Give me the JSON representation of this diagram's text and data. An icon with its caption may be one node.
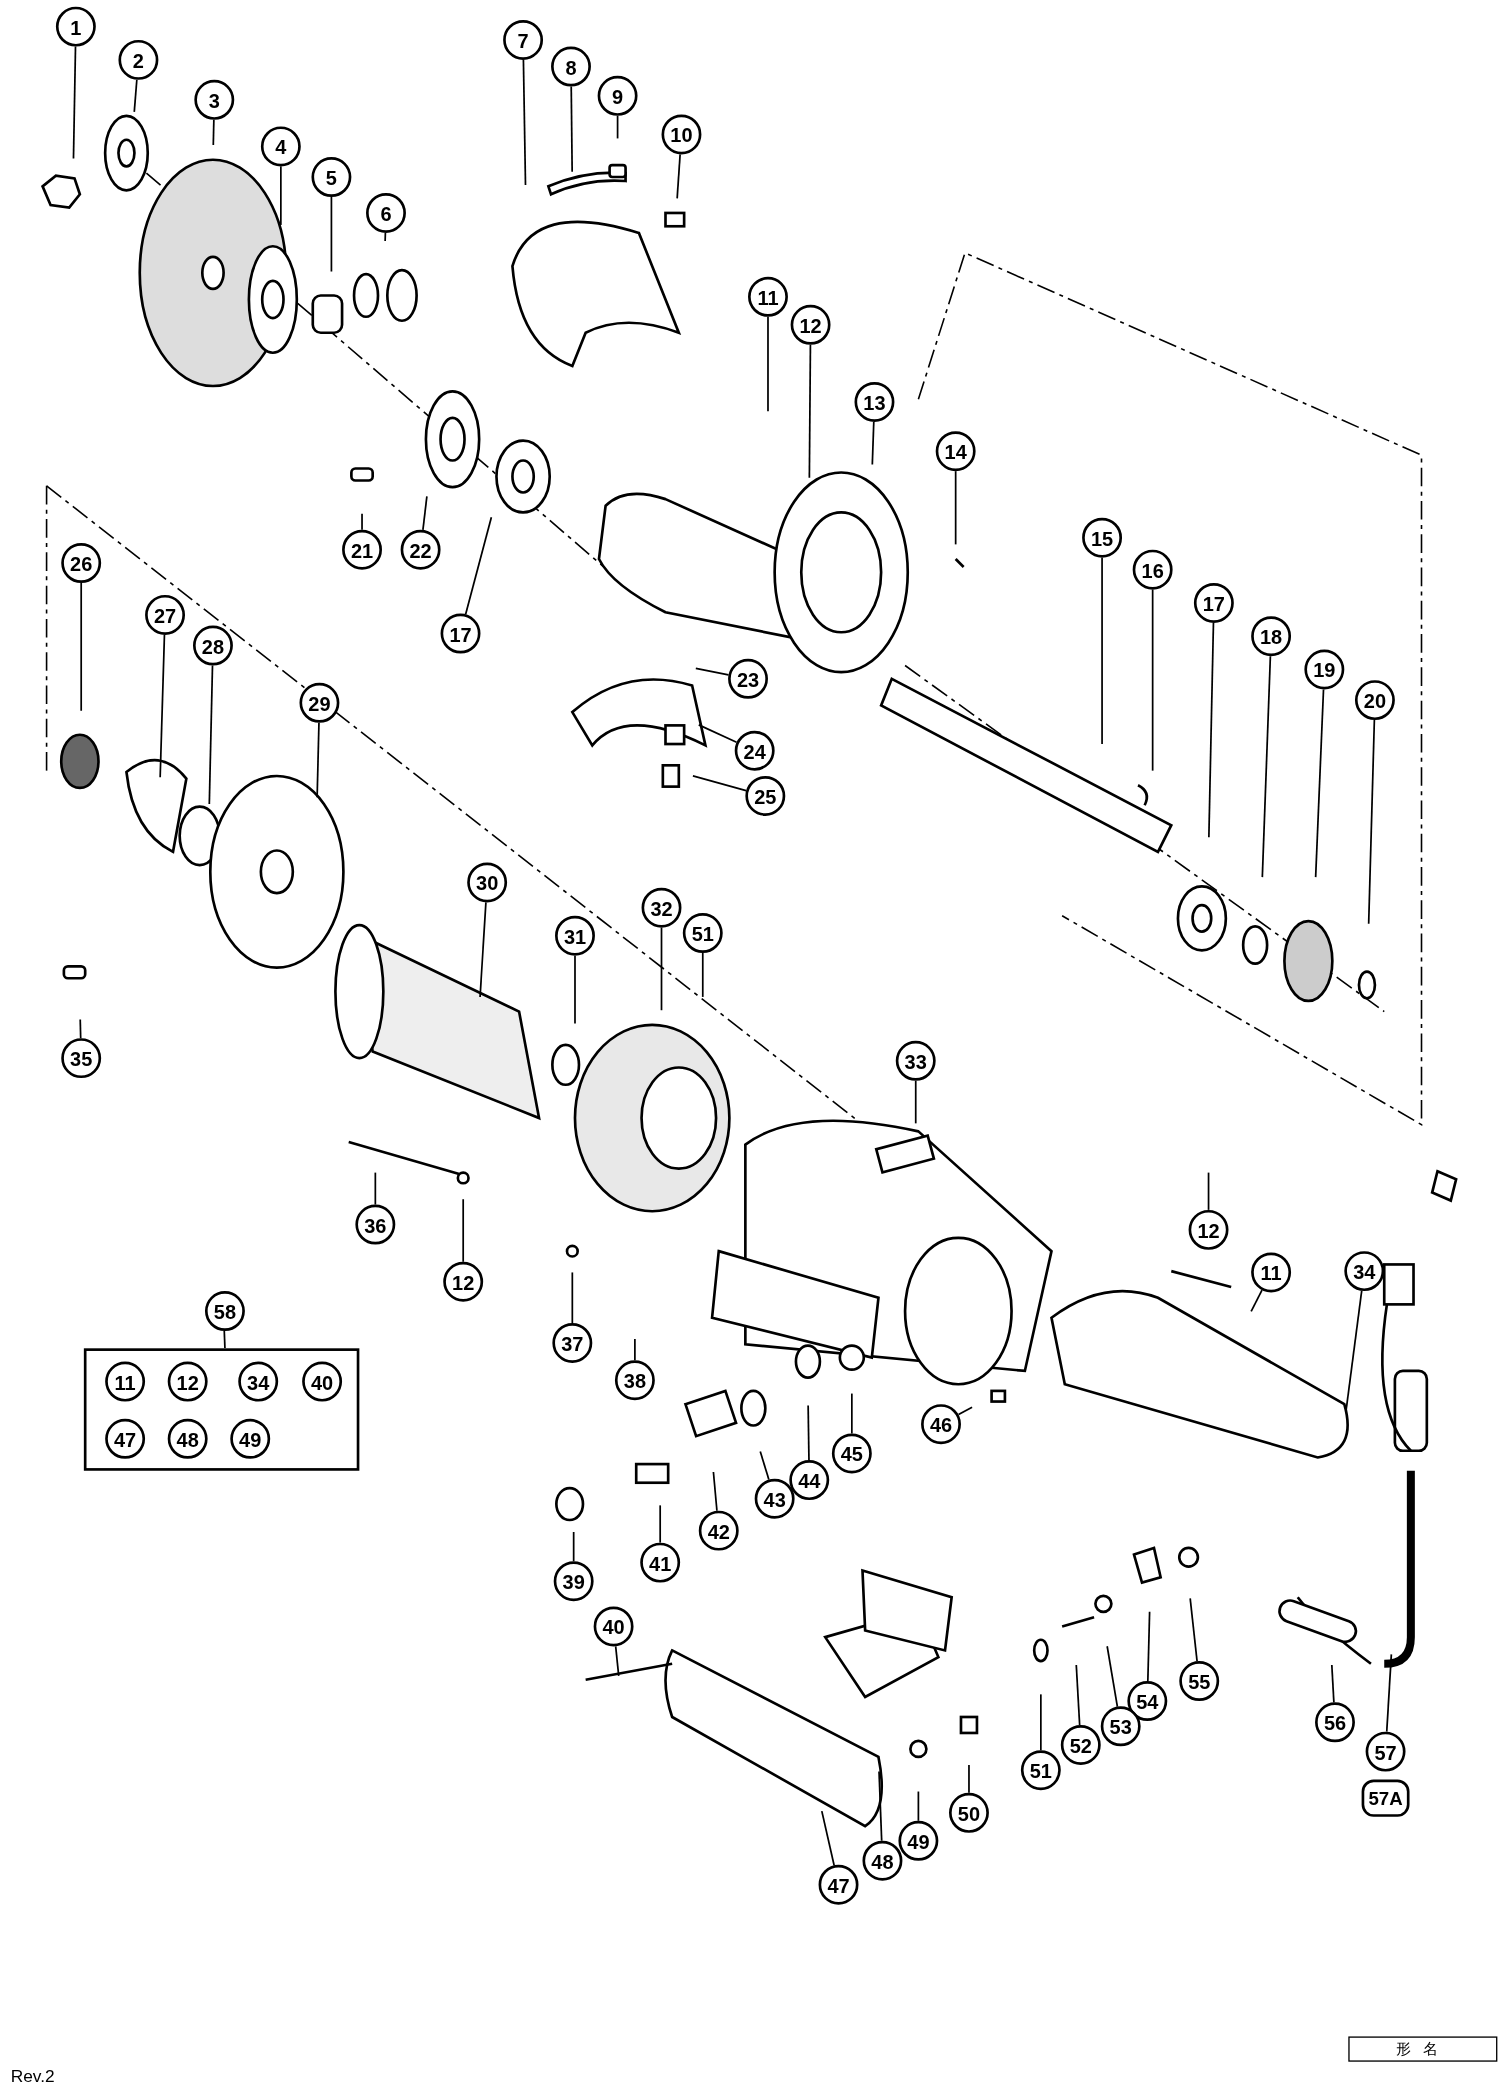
{
  "diagram": {
    "nodes": [
      {
        "text": [
          "1"
        ]
      },
      {
        "text": [
          "2"
        ]
      },
      {
        "text": [
          "3"
        ]
      },
      {
        "text": [
          "4"
        ]
      },
      {
        "text": [
          "5"
        ]
      },
      {
        "text": [
          "6"
        ]
      },
      {
        "text": [
          "7"
        ]
      },
      {
        "text": [
          "8"
        ]
      },
      {
        "text": [
          "9"
        ]
      },
      {
        "text": [
          "10"
        ]
      },
      {
        "text": [
          "11"
        ]
      },
      {
        "text": [
          "12"
        ]
      },
      {
        "text": [
          "13"
        ]
      },
      {
        "text": [
          "14"
        ]
      },
      {
        "text": [
          "15"
        ]
      },
      {
        "text": [
          "16"
        ]
      },
      {
        "text": [
          "17"
        ]
      },
      {
        "text": [
          "18"
        ]
      },
      {
        "text": [
          "19"
        ]
      },
      {
        "text": [
          "20"
        ]
      },
      {
        "text": [
          "21"
        ]
      },
      {
        "text": [
          "22"
        ]
      },
      {
        "text": [
          "17"
        ]
      },
      {
        "text": [
          "23"
        ]
      },
      {
        "text": [
          "24"
        ]
      },
      {
        "text": [
          "25"
        ]
      },
      {
        "text": [
          "26"
        ]
      },
      {
        "text": [
          "27"
        ]
      },
      {
        "text": [
          "28"
        ]
      },
      {
        "text": [
          "29"
        ]
      },
      {
        "text": [
          "30"
        ]
      },
      {
        "text": [
          "31"
        ]
      },
      {
        "text": [
          "32"
        ]
      },
      {
        "text": [
          "51"
        ]
      },
      {
        "text": [
          "33"
        ]
      },
      {
        "text": [
          "35"
        ]
      },
      {
        "text": [
          "36"
        ]
      },
      {
        "text": [
          "12"
        ]
      },
      {
        "text": [
          "37"
        ]
      },
      {
        "text": [
          "38"
        ]
      },
      {
        "text": [
          "58"
        ]
      },
      {
        "text": [],
        "shape": "box"
      },
      {
        "text": [
          "11"
        ],
        "in": 41
      },
      {
        "text": [
          "12"
        ],
        "in": 41
      },
      {
        "text": [
          "34"
        ],
        "in": 41
      },
      {
        "text": [
          "40"
        ],
        "in": 41
      },
      {
        "text": [
          "47"
        ],
        "in": 41
      },
      {
        "text": [
          "48"
        ],
        "in": 41
      },
      {
        "text": [
          "49"
        ],
        "in": 41
      },
      {
        "text": [
          "12"
        ]
      },
      {
        "text": [
          "11"
        ]
      },
      {
        "text": [
          "34"
        ]
      },
      {
        "text": [
          "46"
        ]
      },
      {
        "text": [
          "45"
        ]
      },
      {
        "text": [
          "44"
        ]
      },
      {
        "text": [
          "43"
        ]
      },
      {
        "text": [
          "42"
        ]
      },
      {
        "text": [
          "41"
        ]
      },
      {
        "text": [
          "39"
        ]
      },
      {
        "text": [
          "40"
        ]
      },
      {
        "text": [
          "55"
        ]
      },
      {
        "text": [
          "54"
        ]
      },
      {
        "text": [
          "53"
        ]
      },
      {
        "text": [
          "52"
        ]
      },
      {
        "text": [
          "51"
        ]
      },
      {
        "text": [
          "56"
        ]
      },
      {
        "text": [
          "57"
        ]
      },
      {
        "text": [
          "57A"
        ]
      },
      {
        "text": [
          "50"
        ]
      },
      {
        "text": [
          "49"
        ]
      },
      {
        "text": [
          "48"
        ]
      },
      {
        "text": [
          "47"
        ]
      }
    ],
    "edges": [
      {
        "from": 0,
        "to": null,
        "arrow": "none"
      },
      {
        "from": 1,
        "to": null,
        "arrow": "none"
      },
      {
        "from": 2,
        "to": null,
        "arrow": "none"
      },
      {
        "from": 3,
        "to": null,
        "arrow": "none"
      },
      {
        "from": 4,
        "to": null,
        "arrow": "none"
      },
      {
        "from": 5,
        "to": null,
        "arrow": "none"
      },
      {
        "from": 6,
        "to": null,
        "arrow": "none"
      },
      {
        "from": 7,
        "to": null,
        "arrow": "none"
      },
      {
        "from": 8,
        "to": null,
        "arrow": "none"
      },
      {
        "from": 9,
        "to": null,
        "arrow": "none"
      },
      {
        "from": 10,
        "to": null,
        "arrow": "none"
      },
      {
        "from": 11,
        "to": null,
        "arrow": "none"
      },
      {
        "from": 12,
        "to": null,
        "arrow": "none"
      },
      {
        "from": 13,
        "to": null,
        "arrow": "none"
      },
      {
        "from": 14,
        "to": null,
        "arrow": "none"
      },
      {
        "from": 15,
        "to": null,
        "arrow": "none"
      },
      {
        "from": 16,
        "to": null,
        "arrow": "none"
      },
      {
        "from": 17,
        "to": null,
        "arrow": "none"
      },
      {
        "from": 18,
        "to": null,
        "arrow": "none"
      },
      {
        "from": 19,
        "to": null,
        "arrow": "none"
      },
      {
        "from": 20,
        "to": null,
        "arrow": "none"
      },
      {
        "from": 21,
        "to": null,
        "arrow": "none"
      },
      {
        "from": 22,
        "to": null,
        "arrow": "none"
      },
      {
        "from": 23,
        "to": null,
        "arrow": "none"
      },
      {
        "from": 24,
        "to": null,
        "arrow": "none"
      },
      {
        "from": 25,
        "to": null,
        "arrow": "none"
      },
      {
        "from": 26,
        "to": null,
        "arrow": "none"
      },
      {
        "from": 27,
        "to": null,
        "arrow": "none"
      },
      {
        "from": 28,
        "to": null,
        "arrow": "none"
      },
      {
        "from": 29,
        "to": null,
        "arrow": "none"
      },
      {
        "from": 30,
        "to": null,
        "arrow": "none"
      },
      {
        "from": 31,
        "to": null,
        "arrow": "none"
      },
      {
        "from": 32,
        "to": null,
        "arrow": "none"
      },
      {
        "from": 33,
        "to": null,
        "arrow": "none"
      },
      {
        "from": 34,
        "to": null,
        "arrow": "none"
      },
      {
        "from": 35,
        "to": null,
        "arrow": "none"
      },
      {
        "from": 36,
        "to": null,
        "arrow": "none"
      },
      {
        "from": 37,
        "to": null,
        "arrow": "none"
      },
      {
        "from": 38,
        "to": null,
        "arrow": "none"
      },
      {
        "from": 39,
        "to": null,
        "arrow": "none"
      },
      {
        "from": 40,
        "to": 41,
        "arrow": "none"
      },
      {
        "from": 49,
        "to": null,
        "arrow": "none"
      },
      {
        "from": 50,
        "to": null,
        "arrow": "none"
      },
      {
        "from": 51,
        "to": null,
        "arrow": "none"
      },
      {
        "from": 52,
        "to": null,
        "arrow": "none"
      },
      {
        "from": 53,
        "to": null,
        "arrow": "none"
      },
      {
        "from": 54,
        "to": null,
        "arrow": "none"
      },
      {
        "from": 55,
        "to": null,
        "arrow": "none"
      },
      {
        "from": 56,
        "to": null,
        "arrow": "none"
      },
      {
        "from": 57,
        "to": null,
        "arrow": "none"
      },
      {
        "from": 58,
        "to": null,
        "arrow": "none"
      },
      {
        "from": 59,
        "to": null,
        "arrow": "none"
      },
      {
        "from": 60,
        "to": null,
        "arrow": "none"
      },
      {
        "from": 61,
        "to": null,
        "arrow": "none"
      },
      {
        "from": 62,
        "to": null,
        "arrow": "none"
      },
      {
        "from": 63,
        "to": null,
        "arrow": "none"
      },
      {
        "from": 64,
        "to": null,
        "arrow": "none"
      },
      {
        "from": 65,
        "to": null,
        "arrow": "none"
      },
      {
        "from": 66,
        "to": null,
        "arrow": "none"
      },
      {
        "from": 68,
        "to": null,
        "arrow": "none"
      },
      {
        "from": 69,
        "to": null,
        "arrow": "none"
      },
      {
        "from": 70,
        "to": null,
        "arrow": "none"
      },
      {
        "from": 71,
        "to": null,
        "arrow": "none"
      }
    ],
    "labels": [
      "Rev.2",
      "形名"
    ]
  }
}
